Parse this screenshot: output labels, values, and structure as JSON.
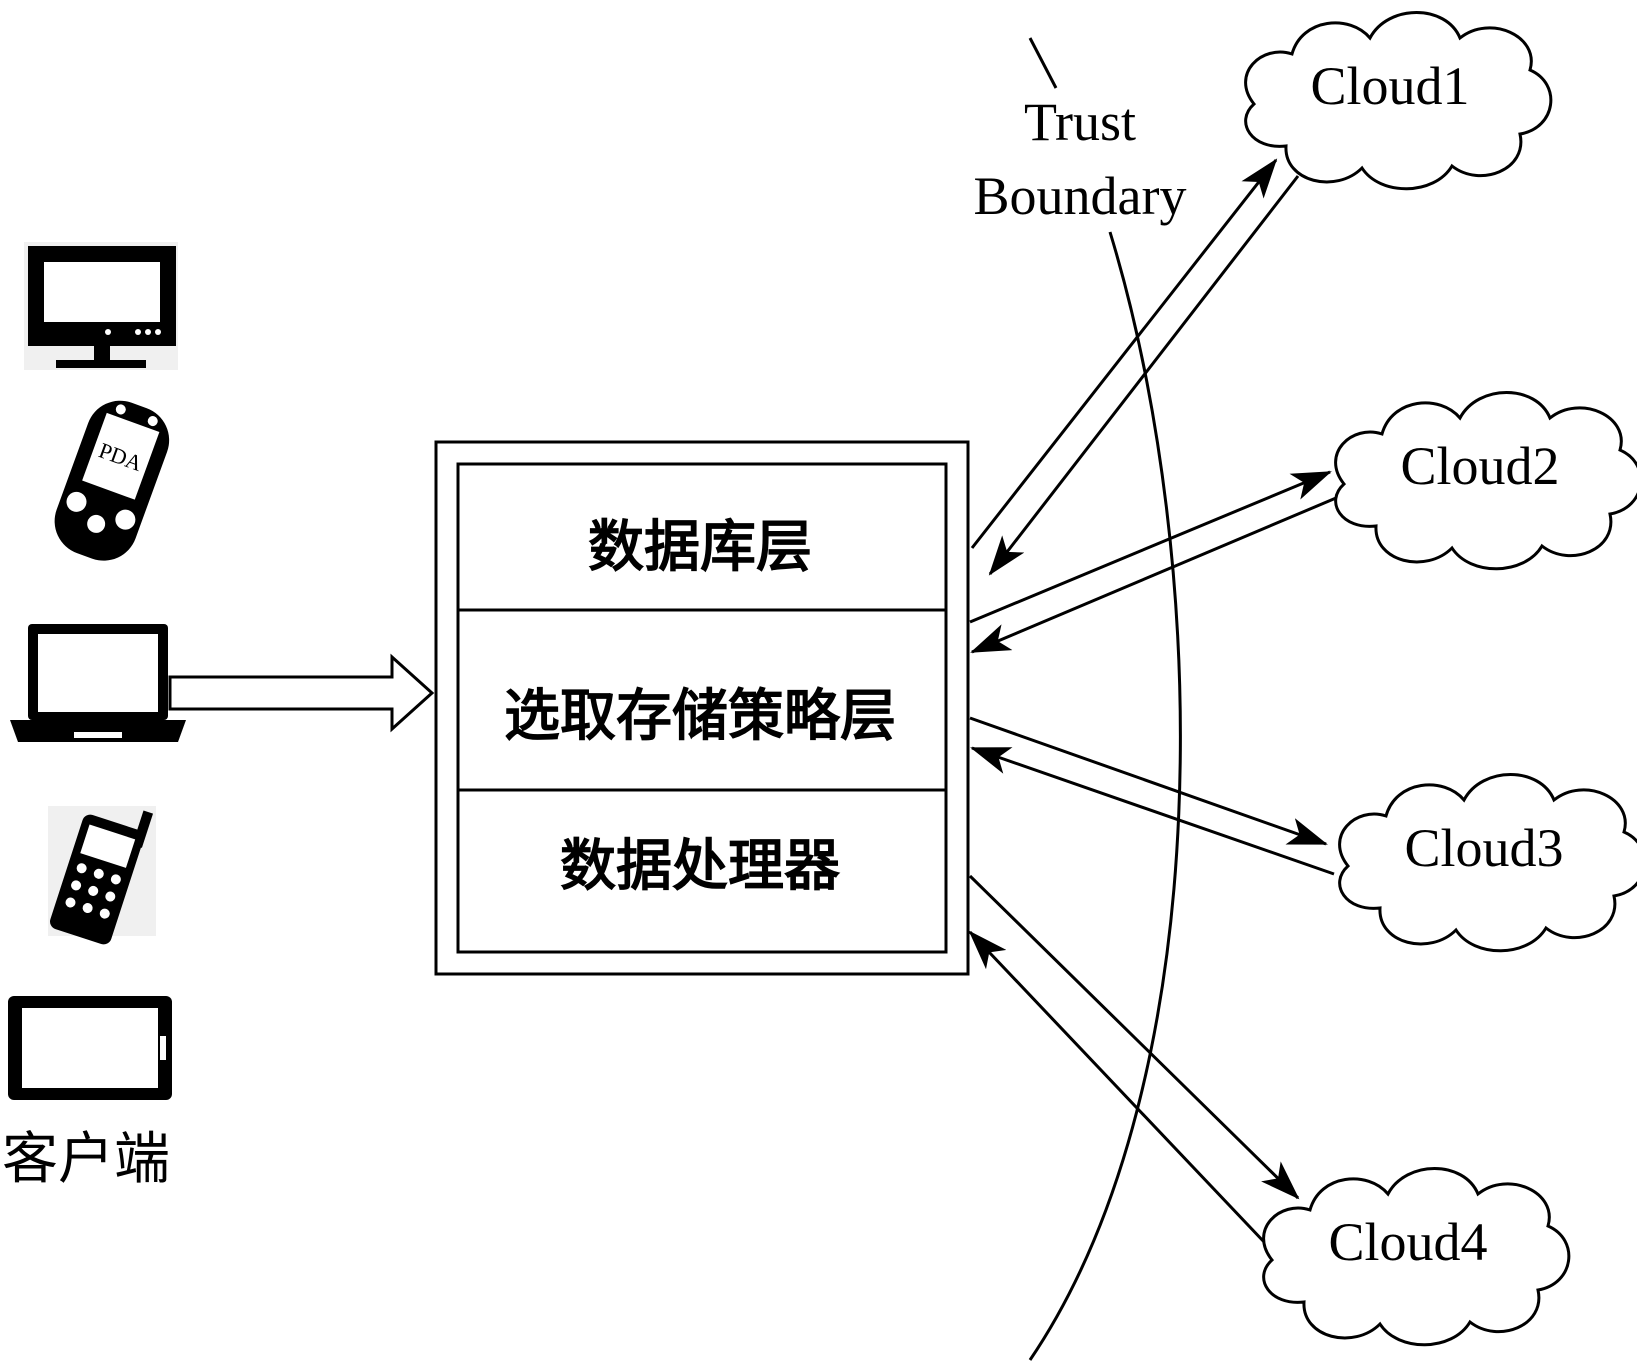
{
  "server": {
    "layers": [
      "数据库层",
      "选取存储策略层",
      "数据处理器"
    ]
  },
  "clouds": [
    "Cloud1",
    "Cloud2",
    "Cloud3",
    "Cloud4"
  ],
  "trust_boundary": {
    "line1": "Trust",
    "line2": "Boundary"
  },
  "clients": {
    "label": "客户端",
    "devices": [
      {
        "icon": "desktop-monitor-icon"
      },
      {
        "icon": "pda-icon",
        "text": "PDA"
      },
      {
        "icon": "laptop-icon"
      },
      {
        "icon": "mobile-phone-icon"
      },
      {
        "icon": "tablet-icon"
      }
    ]
  }
}
